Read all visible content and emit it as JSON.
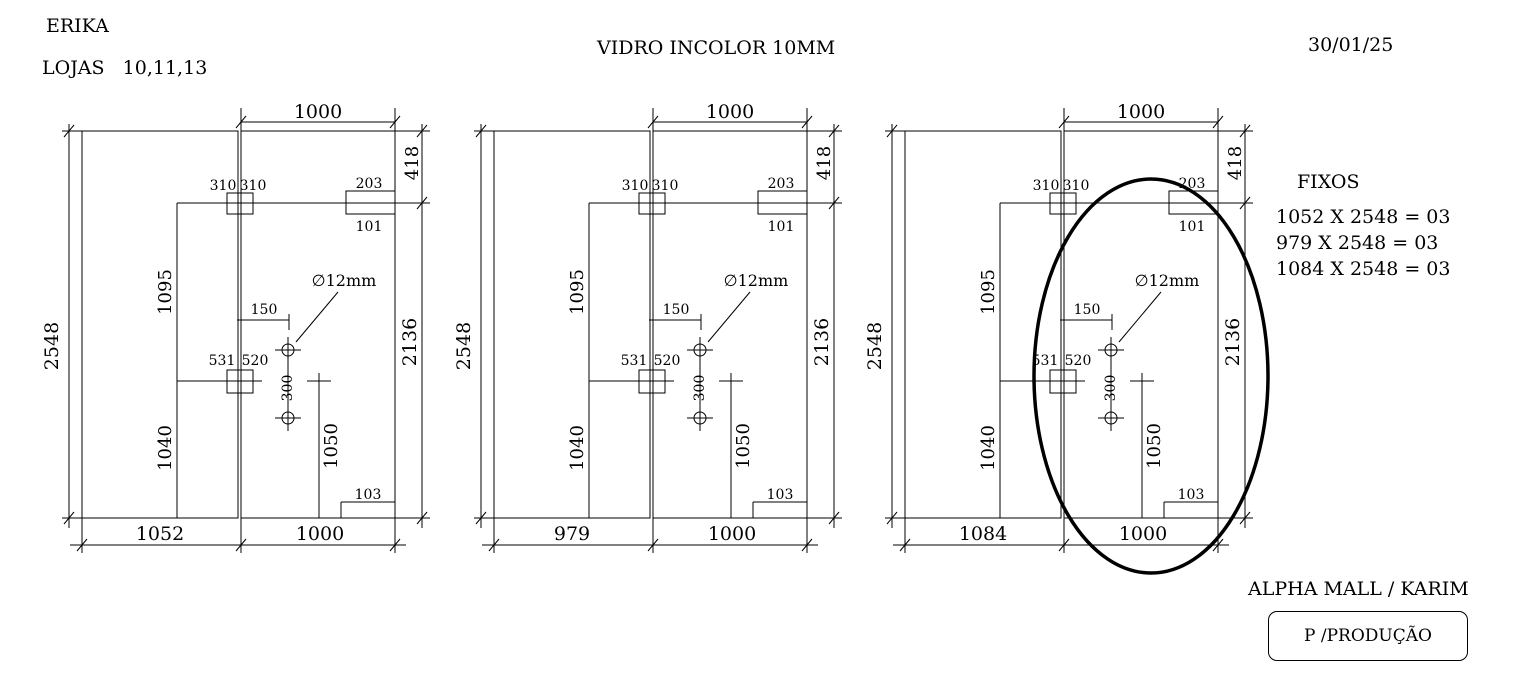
{
  "header": {
    "client": "ERIKA",
    "stores": "LOJAS   10,11,13",
    "material": "VIDRO INCOLOR 10MM",
    "date": "30/01/25"
  },
  "footer": {
    "site": "ALPHA MALL / KARIM",
    "stamp": "P /PRODUÇÃO"
  },
  "fixed_summary": {
    "title": "FIXOS",
    "lines": [
      "1052 X 2548 = 03",
      "979 X 2548 = 03",
      "1084 X 2548 = 03"
    ]
  },
  "panels": [
    {
      "fixed_width": "1052",
      "door_width": "1000",
      "top_width": "1000",
      "total_height": "2548",
      "top_height": "418",
      "door_height": "2136",
      "upper_handle": "1095",
      "lower_handle": "1040",
      "handle_height": "1050",
      "hole_spacing": "300",
      "hole_offset": "150",
      "hole_diameter": "∅12mm",
      "upper_patch_a": "310",
      "upper_patch_b": "310",
      "lower_patch_a": "531",
      "lower_patch_b": "520",
      "lock_top": "203",
      "lock_bottom": "101",
      "bottom_patch": "103"
    },
    {
      "fixed_width": "979",
      "door_width": "1000",
      "top_width": "1000",
      "total_height": "2548",
      "top_height": "418",
      "door_height": "2136",
      "upper_handle": "1095",
      "lower_handle": "1040",
      "handle_height": "1050",
      "hole_spacing": "300",
      "hole_offset": "150",
      "hole_diameter": "∅12mm",
      "upper_patch_a": "310",
      "upper_patch_b": "310",
      "lower_patch_a": "531",
      "lower_patch_b": "520",
      "lock_top": "203",
      "lock_bottom": "101",
      "bottom_patch": "103"
    },
    {
      "fixed_width": "1084",
      "door_width": "1000",
      "top_width": "1000",
      "total_height": "2548",
      "top_height": "418",
      "door_height": "2136",
      "upper_handle": "1095",
      "lower_handle": "1040",
      "handle_height": "1050",
      "hole_spacing": "300",
      "hole_offset": "150",
      "hole_diameter": "∅12mm",
      "upper_patch_a": "310",
      "upper_patch_b": "310",
      "lower_patch_a": "531",
      "lower_patch_b": "520",
      "lock_top": "203",
      "lock_bottom": "101",
      "bottom_patch": "103"
    }
  ]
}
